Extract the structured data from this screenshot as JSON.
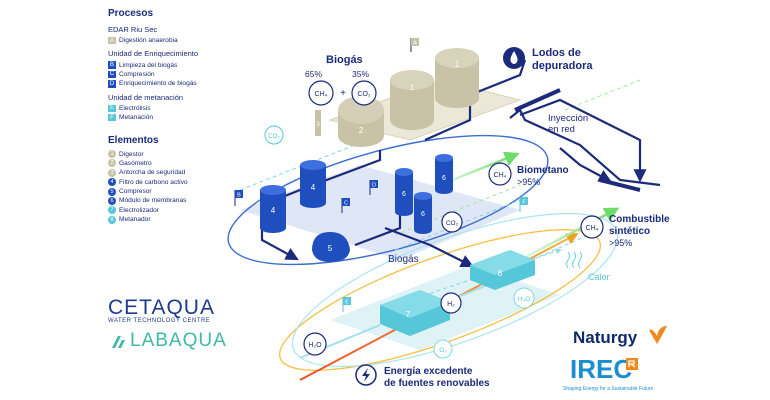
{
  "legend": {
    "procesos_title": "Procesos",
    "edar_label": "EDAR Riu Sec",
    "digestion": {
      "key": "A",
      "label": "Digestión anaerobia"
    },
    "enriquecimiento_title": "Unidad de Enriquecimiento",
    "enriquecimiento_items": [
      {
        "key": "B",
        "label": "Limpieza del biogás"
      },
      {
        "key": "C",
        "label": "Compresión"
      },
      {
        "key": "D",
        "label": "Enriquecimiento de biogás"
      }
    ],
    "metanacion_title": "Unidad de metanación",
    "metanacion_items": [
      {
        "key": "E",
        "label": "Electrólisis"
      },
      {
        "key": "F",
        "label": "Metanación"
      }
    ],
    "elementos_title": "Elementos",
    "elementos_items": [
      {
        "key": "1",
        "label": "Digestor",
        "color": "#c8c2a6"
      },
      {
        "key": "2",
        "label": "Gasómetro",
        "color": "#c8c2a6"
      },
      {
        "key": "3",
        "label": "Antorcha de seguridad",
        "color": "#c8c2a6"
      },
      {
        "key": "4",
        "label": "Filtro de carbono activo",
        "color": "#1f4fbf"
      },
      {
        "key": "5",
        "label": "Compresor",
        "color": "#1f4fbf"
      },
      {
        "key": "6",
        "label": "Módulo de membranas",
        "color": "#1f4fbf"
      },
      {
        "key": "7",
        "label": "Electrolizador",
        "color": "#56c6d9"
      },
      {
        "key": "8",
        "label": "Metanador",
        "color": "#56c6d9"
      }
    ]
  },
  "diagram": {
    "biogas_title": "Biogás",
    "ch4_pct": "65%",
    "co2_pct": "35%",
    "ch4": "CH₄",
    "co2": "CO₂",
    "plus": "+",
    "lodos": "Lodos de",
    "depuradora": "depuradora",
    "inyeccion": "Inyección",
    "en_red": "en red",
    "biometano": "Biometano",
    "biometano_pct": ">95%",
    "combustible": "Combustible",
    "sintetico": "sintético",
    "combustible_pct": ">95%",
    "biogas_flow": "Biogás",
    "calor": "Calor",
    "h2": "H₂",
    "h2o": "H₂O",
    "o2": "O₂",
    "energia_1": "Energía excedente",
    "energia_2": "de fuentes renovables",
    "flags": {
      "A": "A",
      "B": "B",
      "C": "C",
      "D": "D",
      "E": "E",
      "F": "F"
    },
    "num": {
      "1": "1",
      "2": "2",
      "3": "3",
      "4": "4",
      "5": "5",
      "6": "6",
      "7": "7",
      "8": "8"
    }
  },
  "logos": {
    "cetaqua": "CETAQUA",
    "cetaqua_sub": "WATER TECHNOLOGY CENTRE",
    "labaqua": "LABAQUA",
    "naturgy": "Naturgy",
    "irec": "IREC",
    "irec_sub": "Shaping Energy for a Sustainable Future"
  },
  "colors": {
    "navy": "#1b2a7a",
    "tank_beige": "#c8c2a6",
    "blue": "#1f4fbf",
    "cyan": "#56c6d9",
    "green_flow": "#7ee07a",
    "orange_flow": "#f0a020"
  }
}
